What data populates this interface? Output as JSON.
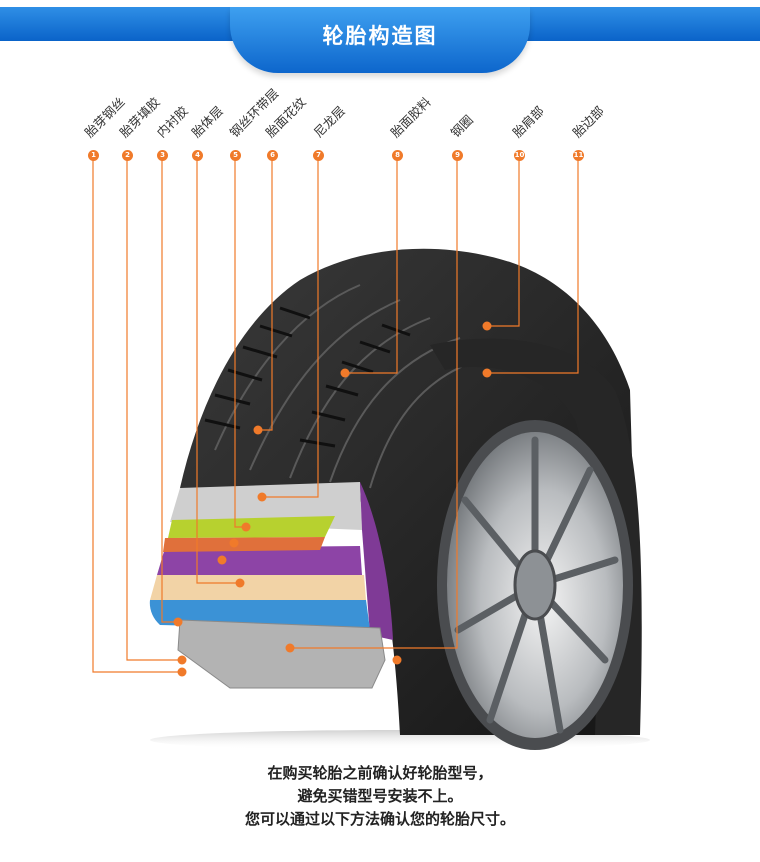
{
  "header": {
    "title": "轮胎构造图"
  },
  "parts": [
    {
      "num": "1",
      "label": "胎芽钢丝"
    },
    {
      "num": "2",
      "label": "胎芽填胶"
    },
    {
      "num": "3",
      "label": "内衬胶"
    },
    {
      "num": "4",
      "label": "胎体层"
    },
    {
      "num": "5",
      "label": "钢丝环带层"
    },
    {
      "num": "6",
      "label": "胎面花纹"
    },
    {
      "num": "7",
      "label": "尼龙层"
    },
    {
      "num": "8",
      "label": "胎面胶料"
    },
    {
      "num": "9",
      "label": "钢圈"
    },
    {
      "num": "10",
      "label": "胎肩部"
    },
    {
      "num": "11",
      "label": "胎边部"
    }
  ],
  "captions": [
    "在购买轮胎之前确认好轮胎型号，",
    "避免买错型号安装不上。",
    "您可以通过以下方法确认您的轮胎尺寸。"
  ],
  "colors": {
    "accent": "#f07a2a",
    "header_blue": "#1a77d8"
  }
}
